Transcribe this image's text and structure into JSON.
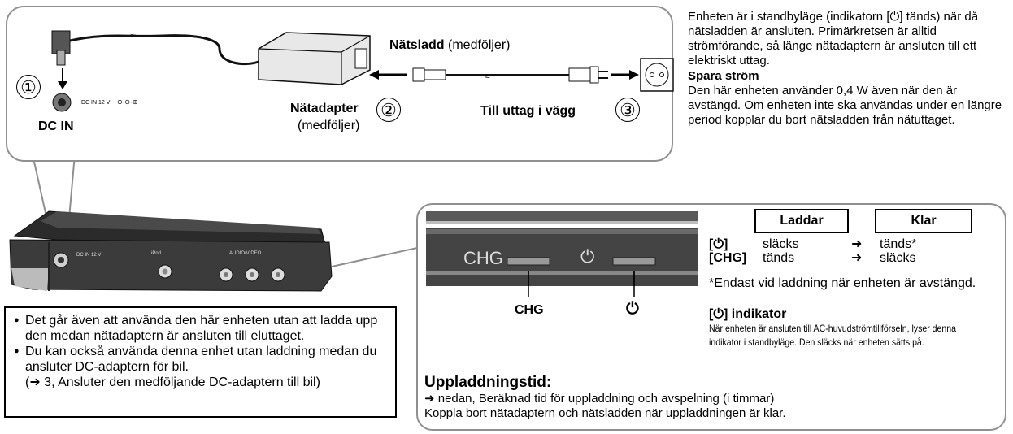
{
  "connection": {
    "step1": "①",
    "step2": "②",
    "step3": "③",
    "dc_in_label": "DC IN",
    "dc_in_small": "DC IN 12 V",
    "cord_title": "Nätsladd",
    "cord_sub": " (medföljer)",
    "adapter_title": "Nätadapter",
    "adapter_sub": "(medföljer)",
    "outlet_label": "Till uttag i vägg"
  },
  "info": {
    "standby_text": "Enheten är i standbyläge (indikatorn [⏻] tänds) när då nätsladden är ansluten. Primärkretsen är alltid strömförande, så länge nätadaptern är ansluten till ett elektriskt uttag.",
    "save_power_title": "Spara ström",
    "save_power_text": "Den här enheten använder 0,4 W även när den är avstängd. Om enheten inte ska användas under en längre period kopplar du bort nätsladden från nätuttaget."
  },
  "device": {
    "side_label": "DC IN 12 V",
    "ipod_label": "iPod",
    "av_label": "AUDIO/VIDEO"
  },
  "lcd": {
    "chg_panel": "CHG",
    "power_symbol": "⏻",
    "chg_caption": "CHG",
    "power_caption": "⏻",
    "header_charging": "Laddar",
    "header_done": "Klar",
    "row1_label": "[⏻]",
    "row1_charging": "släcks",
    "row1_done": "tänds*",
    "row2_label": "[CHG]",
    "row2_charging": "tänds",
    "row2_done": "släcks",
    "arrow": "➜",
    "footnote": "*Endast vid laddning när enheten är avstängd.",
    "indicator_title": "[⏻] indikator",
    "indicator_text": "När enheten är ansluten till AC-huvudströmtillförseln, lyser denna indikator i standbyläge. Den släcks när enheten sätts på.",
    "charge_title": "Uppladdningstid:",
    "charge_line1": "➜ nedan, Beräknad tid för uppladdning och avspelning (i timmar)",
    "charge_line2": "Koppla bort nätadaptern och nätsladden när uppladdningen är klar."
  },
  "notes": {
    "note1": "Det går även att använda den här enheten utan att ladda upp den medan nätadaptern är ansluten till eluttaget.",
    "note2": "Du kan också använda denna enhet utan laddning medan du ansluter DC-adaptern för bil.",
    "note2_ref": "(➜ 3, Ansluter den medföljande DC-adaptern till bil)"
  }
}
